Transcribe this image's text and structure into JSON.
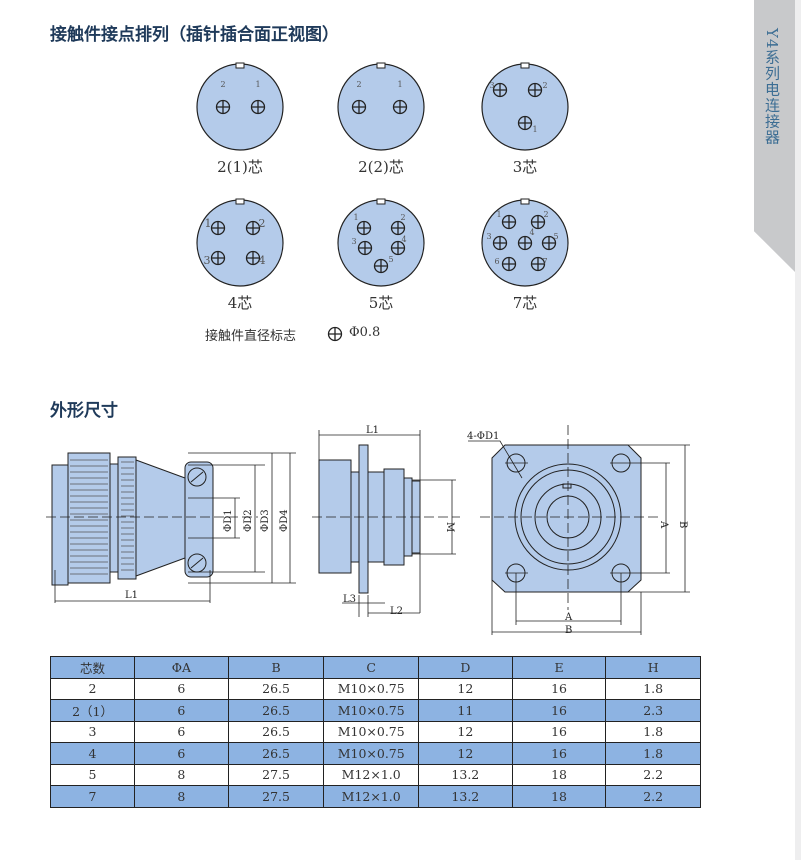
{
  "side_tab": "Y4系列电连接器",
  "section1": {
    "title": "接触件接点排列（插针插合面正视图）",
    "layouts": [
      {
        "label": "2(1)芯",
        "pins": [
          "2",
          "1"
        ]
      },
      {
        "label": "2(2)芯",
        "pins": [
          "2",
          "1"
        ]
      },
      {
        "label": "3芯",
        "pins": [
          "3",
          "2",
          "1"
        ]
      },
      {
        "label": "4芯",
        "pins": [
          "1",
          "2",
          "3",
          "4"
        ]
      },
      {
        "label": "5芯",
        "pins": [
          "1",
          "2",
          "3",
          "4",
          "5"
        ]
      },
      {
        "label": "7芯",
        "pins": [
          "1",
          "2",
          "3",
          "4",
          "5",
          "6",
          "7"
        ]
      }
    ],
    "legend_label": "接触件直径标志",
    "legend_value": "Φ0.8"
  },
  "section2": {
    "title": "外形尺寸",
    "dims": {
      "L1": "L1",
      "D1": "ΦD1",
      "D2": "ΦD2",
      "D3": "ΦD3",
      "D4": "ΦD4",
      "L2": "L2",
      "L3": "L3",
      "M": "M",
      "holes": "4-ΦD1",
      "A": "A",
      "B": "B"
    }
  },
  "table": {
    "headers": [
      "芯数",
      "ΦA",
      "B",
      "C",
      "D",
      "E",
      "H"
    ],
    "rows": [
      [
        "2",
        "6",
        "26.5",
        "M10×0.75",
        "12",
        "16",
        "1.8"
      ],
      [
        "2（1）",
        "6",
        "26.5",
        "M10×0.75",
        "11",
        "16",
        "2.3"
      ],
      [
        "3",
        "6",
        "26.5",
        "M10×0.75",
        "12",
        "16",
        "1.8"
      ],
      [
        "4",
        "6",
        "26.5",
        "M10×0.75",
        "12",
        "16",
        "1.8"
      ],
      [
        "5",
        "8",
        "27.5",
        "M12×1.0",
        "13.2",
        "18",
        "2.2"
      ],
      [
        "7",
        "8",
        "27.5",
        "M12×1.0",
        "13.2",
        "18",
        "2.2"
      ]
    ]
  },
  "colors": {
    "fill": "#b4cbea",
    "header": "#8db3e2",
    "title": "#1f3a5a"
  }
}
